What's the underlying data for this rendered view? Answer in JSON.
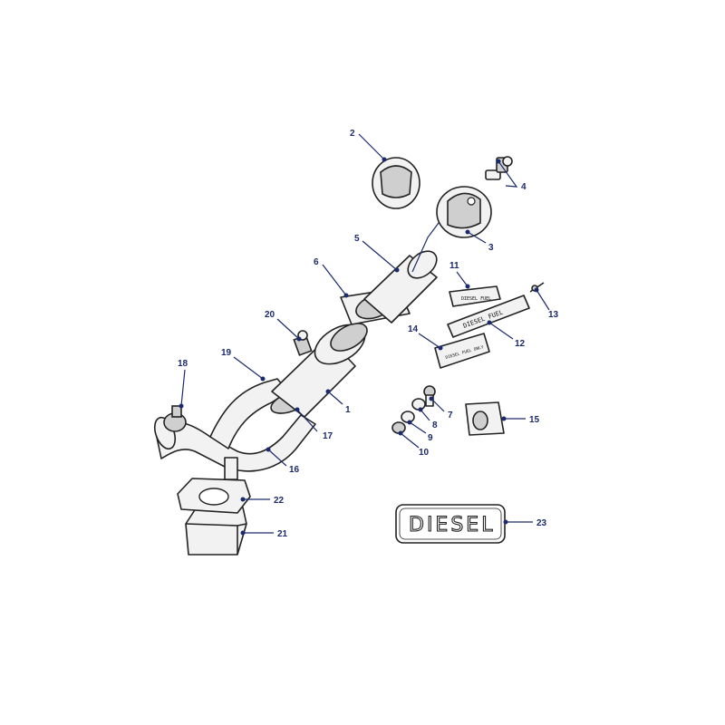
{
  "diagram": {
    "callouts": [
      "1",
      "2",
      "3",
      "4",
      "5",
      "6",
      "7",
      "8",
      "9",
      "10",
      "11",
      "12",
      "13",
      "14",
      "15",
      "16",
      "17",
      "18",
      "19",
      "20",
      "21",
      "22",
      "23"
    ],
    "plate_texts": {
      "diesel_badge": "DIESEL",
      "fuel_plate_12": "DIESEL FUEL",
      "plate_11": "DIESEL FUEL",
      "plate_14": "DIESEL FUEL ONLY"
    }
  }
}
